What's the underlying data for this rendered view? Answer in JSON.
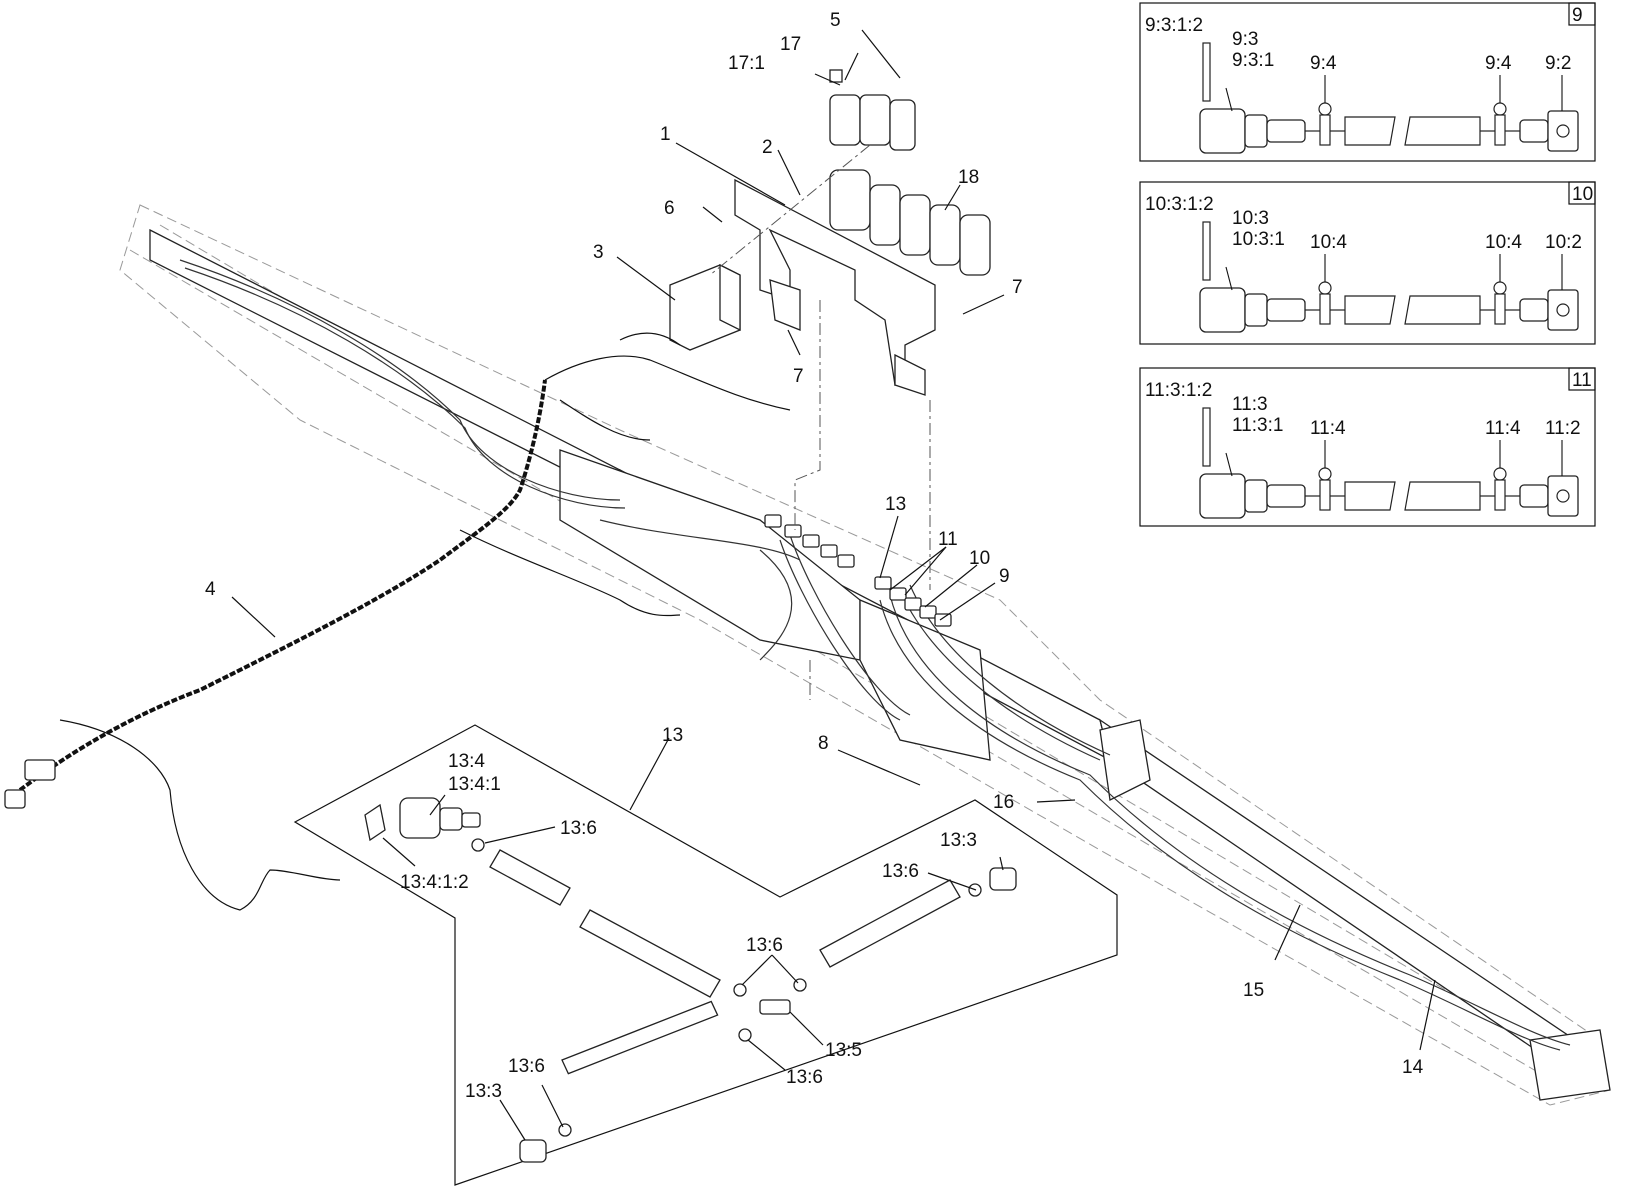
{
  "main_labels": {
    "l1": "1",
    "l2": "2",
    "l3": "3",
    "l4": "4",
    "l5": "5",
    "l6": "6",
    "l7a": "7",
    "l7b": "7",
    "l8": "8",
    "l9": "9",
    "l10": "10",
    "l11": "11",
    "l13a": "13",
    "l13b": "13",
    "l14": "14",
    "l15": "15",
    "l16": "16",
    "l17": "17",
    "l17_1": "17:1",
    "l18": "18"
  },
  "detail13": {
    "c13_4": "13:4",
    "c13_4_1": "13:4:1",
    "c13_4_1_2": "13:4:1:2",
    "c13_6a": "13:6",
    "c13_6b": "13:6",
    "c13_6c": "13:6",
    "c13_6d": "13:6",
    "c13_6e": "13:6",
    "c13_3a": "13:3",
    "c13_3b": "13:3",
    "c13_5": "13:5"
  },
  "insets": [
    {
      "num": "9",
      "l_1_2": "9:3:1:2",
      "l_3": "9:3",
      "l_3_1": "9:3:1",
      "l_4a": "9:4",
      "l_4b": "9:4",
      "l_2": "9:2"
    },
    {
      "num": "10",
      "l_1_2": "10:3:1:2",
      "l_3": "10:3",
      "l_3_1": "10:3:1",
      "l_4a": "10:4",
      "l_4b": "10:4",
      "l_2": "10:2"
    },
    {
      "num": "11",
      "l_1_2": "11:3:1:2",
      "l_3": "11:3",
      "l_3_1": "11:3:1",
      "l_4a": "11:4",
      "l_4b": "11:4",
      "l_2": "11:2"
    }
  ]
}
